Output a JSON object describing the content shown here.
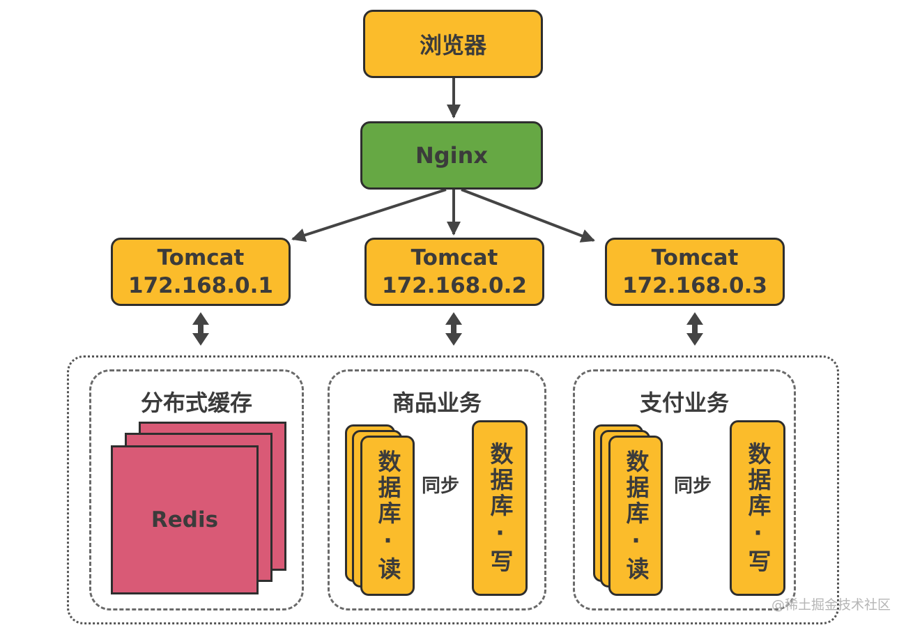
{
  "nodes": {
    "browser": "浏览器",
    "nginx": "Nginx",
    "tomcats": [
      {
        "name": "Tomcat",
        "ip": "172.168.0.1"
      },
      {
        "name": "Tomcat",
        "ip": "172.168.0.2"
      },
      {
        "name": "Tomcat",
        "ip": "172.168.0.3"
      }
    ]
  },
  "groups": {
    "cache": {
      "title": "分布式缓存",
      "item": "Redis"
    },
    "goods": {
      "title": "商品业务",
      "read_db": "数据库·读",
      "write_db": "数据库·写",
      "sync": "同步"
    },
    "pay": {
      "title": "支付业务",
      "read_db": "数据库·读",
      "write_db": "数据库·写",
      "sync": "同步"
    }
  },
  "colors": {
    "yellow": "#fbbc2b",
    "green": "#66a844",
    "pink": "#d95a76",
    "arrow": "#444444"
  },
  "watermark": "@稀土掘金技术社区"
}
